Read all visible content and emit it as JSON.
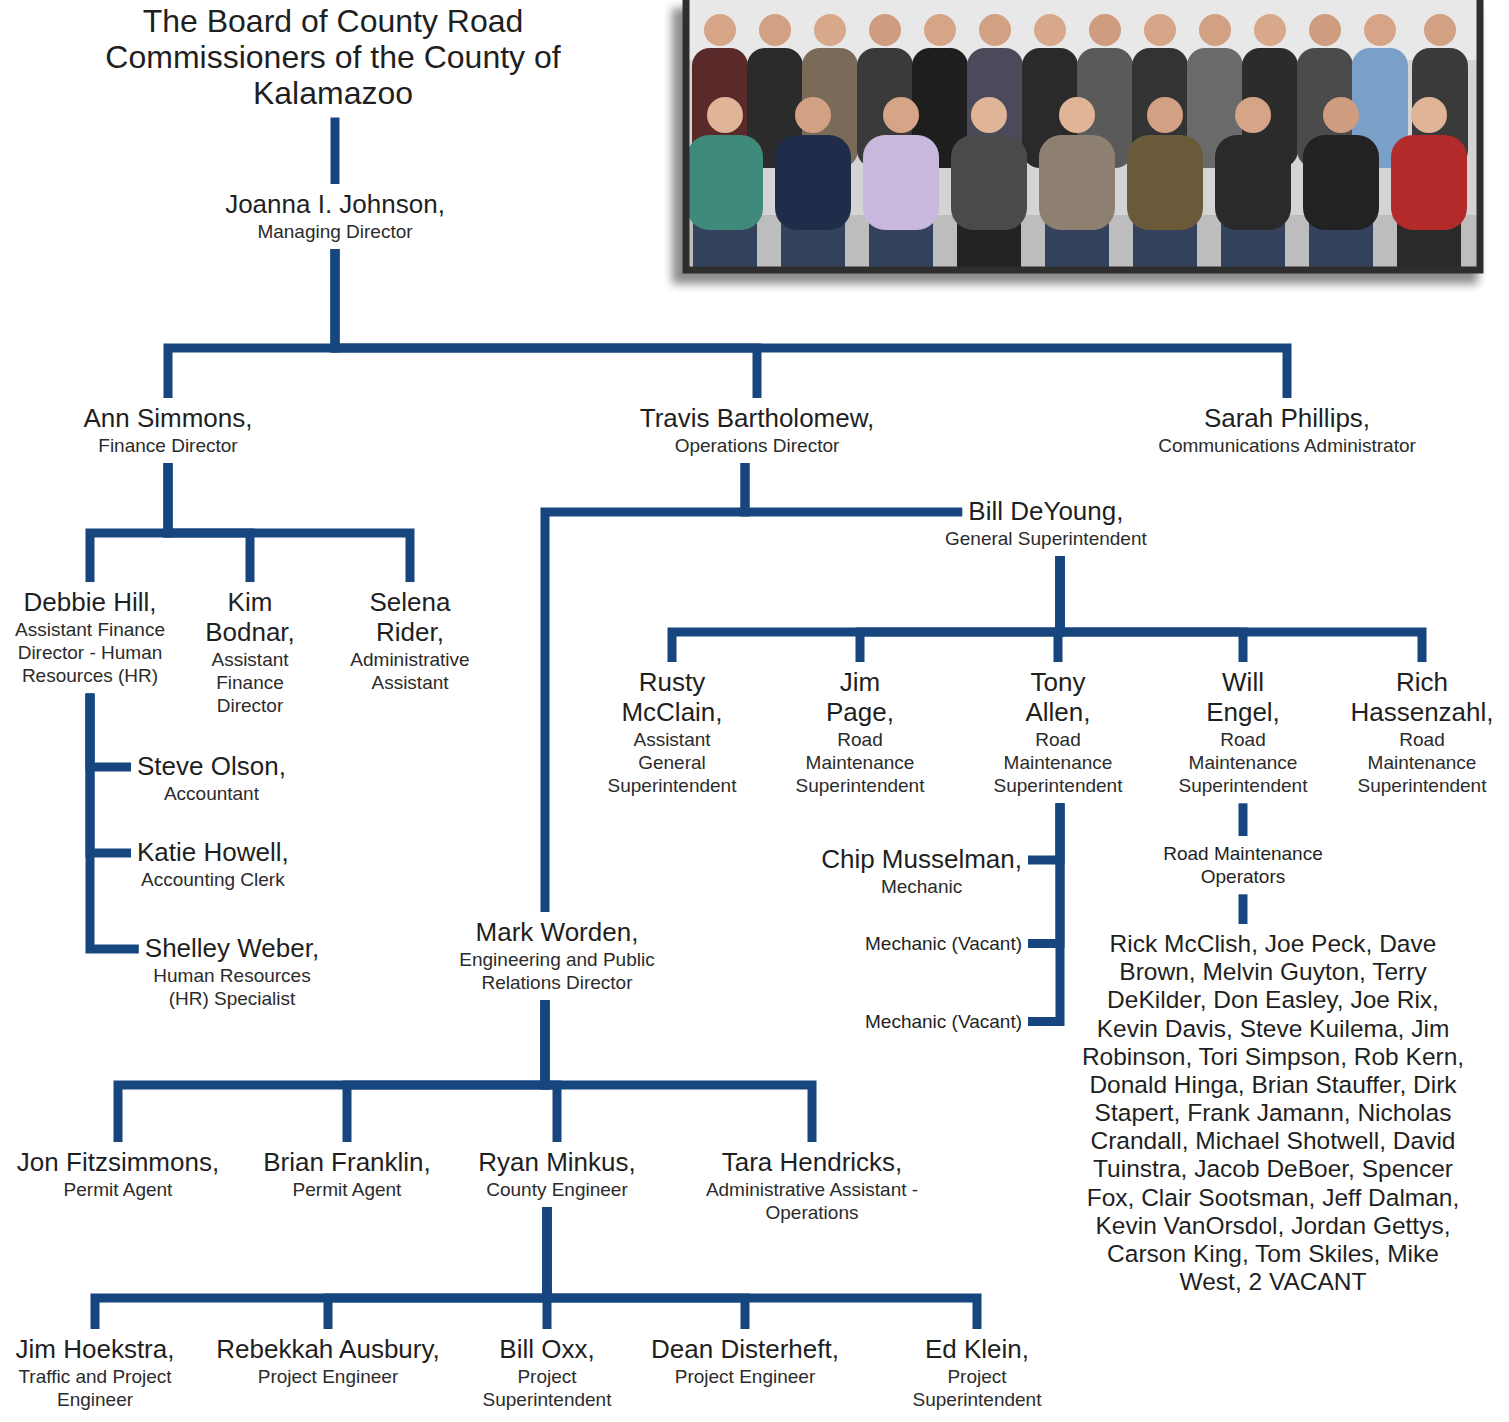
{
  "diagram": {
    "nodes": [
      {
        "text": [
          "The Board of County Road Commissioners of the County of Kalamazoo"
        ]
      },
      {
        "text": [
          "Joanna I. Johnson,",
          "Managing Director"
        ]
      },
      {
        "text": [
          "Ann Simmons,",
          "Finance Director"
        ]
      },
      {
        "text": [
          "Travis Bartholomew,",
          "Operations Director"
        ]
      },
      {
        "text": [
          "Sarah Phillips,",
          "Communications Administrator"
        ]
      },
      {
        "text": [
          "Bill DeYoung,",
          "General Superintendent"
        ]
      },
      {
        "text": [
          "Debbie Hill,",
          "Assistant Finance Director - Human Resources (HR)"
        ]
      },
      {
        "text": [
          "Kim Bodnar,",
          "Assistant Finance Director"
        ]
      },
      {
        "text": [
          "Selena Rider,",
          "Administrative Assistant"
        ]
      },
      {
        "text": [
          "Rusty McClain,",
          "Assistant General Superintendent"
        ]
      },
      {
        "text": [
          "Jim Page,",
          "Road Maintenance Superintendent"
        ]
      },
      {
        "text": [
          "Tony Allen,",
          "Road Maintenance Superintendent"
        ]
      },
      {
        "text": [
          "Will Engel,",
          "Road Maintenance Superintendent"
        ]
      },
      {
        "text": [
          "Rich Hassenzahl,",
          "Road Maintenance Superintendent"
        ]
      },
      {
        "text": [
          "Steve Olson,",
          "Accountant"
        ]
      },
      {
        "text": [
          "Chip Musselman,",
          "Mechanic"
        ]
      },
      {
        "text": [
          "Katie Howell,",
          "Accounting Clerk"
        ]
      },
      {
        "text": [
          "Road Maintenance Operators"
        ]
      },
      {
        "text": [
          "Mark Worden,",
          "Engineering and Public Relations Director"
        ]
      },
      {
        "text": [
          "Mechanic (Vacant)"
        ]
      },
      {
        "text": [
          "Shelley Weber,",
          "Human Resources (HR) Specialist"
        ]
      },
      {
        "text": [
          "Mechanic (Vacant)"
        ]
      },
      {
        "text": [
          "Rick McClish, Joe Peck, Dave Brown, Melvin Guyton, Terry DeKilder, Don Easley, Joe Rix, Kevin Davis, Steve Kuilema, Jim Robinson, Tori Simpson, Rob Kern, Donald Hinga, Brian Stauffer, Dirk Stapert, Frank Jamann, Nicholas Crandall, Michael Shotwell, David Tuinstra, Jacob DeBoer, Spencer Fox, Clair Sootsman, Jeff Dalman, Kevin VanOrsdol, Jordan Gettys, Carson King, Tom Skiles, Mike West, 2 VACANT"
        ]
      },
      {
        "text": [
          "Jon Fitzsimmons,",
          "Permit Agent"
        ]
      },
      {
        "text": [
          "Brian Franklin,",
          "Permit Agent"
        ]
      },
      {
        "text": [
          "Ryan Minkus,",
          "County Engineer"
        ]
      },
      {
        "text": [
          "Tara Hendricks,",
          "Administrative Assistant - Operations"
        ]
      },
      {
        "text": [
          "Jim Hoekstra,",
          "Traffic and Project Engineer"
        ]
      },
      {
        "text": [
          "Rebekkah Ausbury,",
          "Project Engineer"
        ]
      },
      {
        "text": [
          "Bill Oxx,",
          "Project Superintendent"
        ]
      },
      {
        "text": [
          "Dean Disterheft,",
          "Project Engineer"
        ]
      },
      {
        "text": [
          "Ed Klein,",
          "Project Superintendent"
        ]
      }
    ],
    "edges": [
      {
        "from": 0,
        "to": 1,
        "arrow": "none"
      },
      {
        "from": 1,
        "to": 2,
        "arrow": "none"
      },
      {
        "from": 1,
        "to": 3,
        "arrow": "none"
      },
      {
        "from": 1,
        "to": 4,
        "arrow": "none"
      },
      {
        "from": 2,
        "to": 6,
        "arrow": "none"
      },
      {
        "from": 2,
        "to": 7,
        "arrow": "none"
      },
      {
        "from": 2,
        "to": 8,
        "arrow": "none"
      },
      {
        "from": 6,
        "to": 14,
        "arrow": "none"
      },
      {
        "from": 6,
        "to": 16,
        "arrow": "none"
      },
      {
        "from": 6,
        "to": 20,
        "arrow": "none"
      },
      {
        "from": 3,
        "to": 5,
        "arrow": "none"
      },
      {
        "from": 3,
        "to": 18,
        "arrow": "none"
      },
      {
        "from": 5,
        "to": 9,
        "arrow": "none"
      },
      {
        "from": 5,
        "to": 10,
        "arrow": "none"
      },
      {
        "from": 5,
        "to": 11,
        "arrow": "none"
      },
      {
        "from": 5,
        "to": 12,
        "arrow": "none"
      },
      {
        "from": 5,
        "to": 13,
        "arrow": "none"
      },
      {
        "from": 11,
        "to": 15,
        "arrow": "none"
      },
      {
        "from": 11,
        "to": 19,
        "arrow": "none"
      },
      {
        "from": 11,
        "to": 21,
        "arrow": "none"
      },
      {
        "from": 12,
        "to": 17,
        "arrow": "none"
      },
      {
        "from": 17,
        "to": 22,
        "arrow": "none"
      },
      {
        "from": 18,
        "to": 23,
        "arrow": "none"
      },
      {
        "from": 18,
        "to": 24,
        "arrow": "none"
      },
      {
        "from": 18,
        "to": 25,
        "arrow": "none"
      },
      {
        "from": 18,
        "to": 26,
        "arrow": "none"
      },
      {
        "from": 25,
        "to": 27,
        "arrow": "none"
      },
      {
        "from": 25,
        "to": 28,
        "arrow": "none"
      },
      {
        "from": 25,
        "to": 29,
        "arrow": "none"
      },
      {
        "from": 25,
        "to": 30,
        "arrow": "none"
      },
      {
        "from": 25,
        "to": 31,
        "arrow": "none"
      }
    ]
  }
}
